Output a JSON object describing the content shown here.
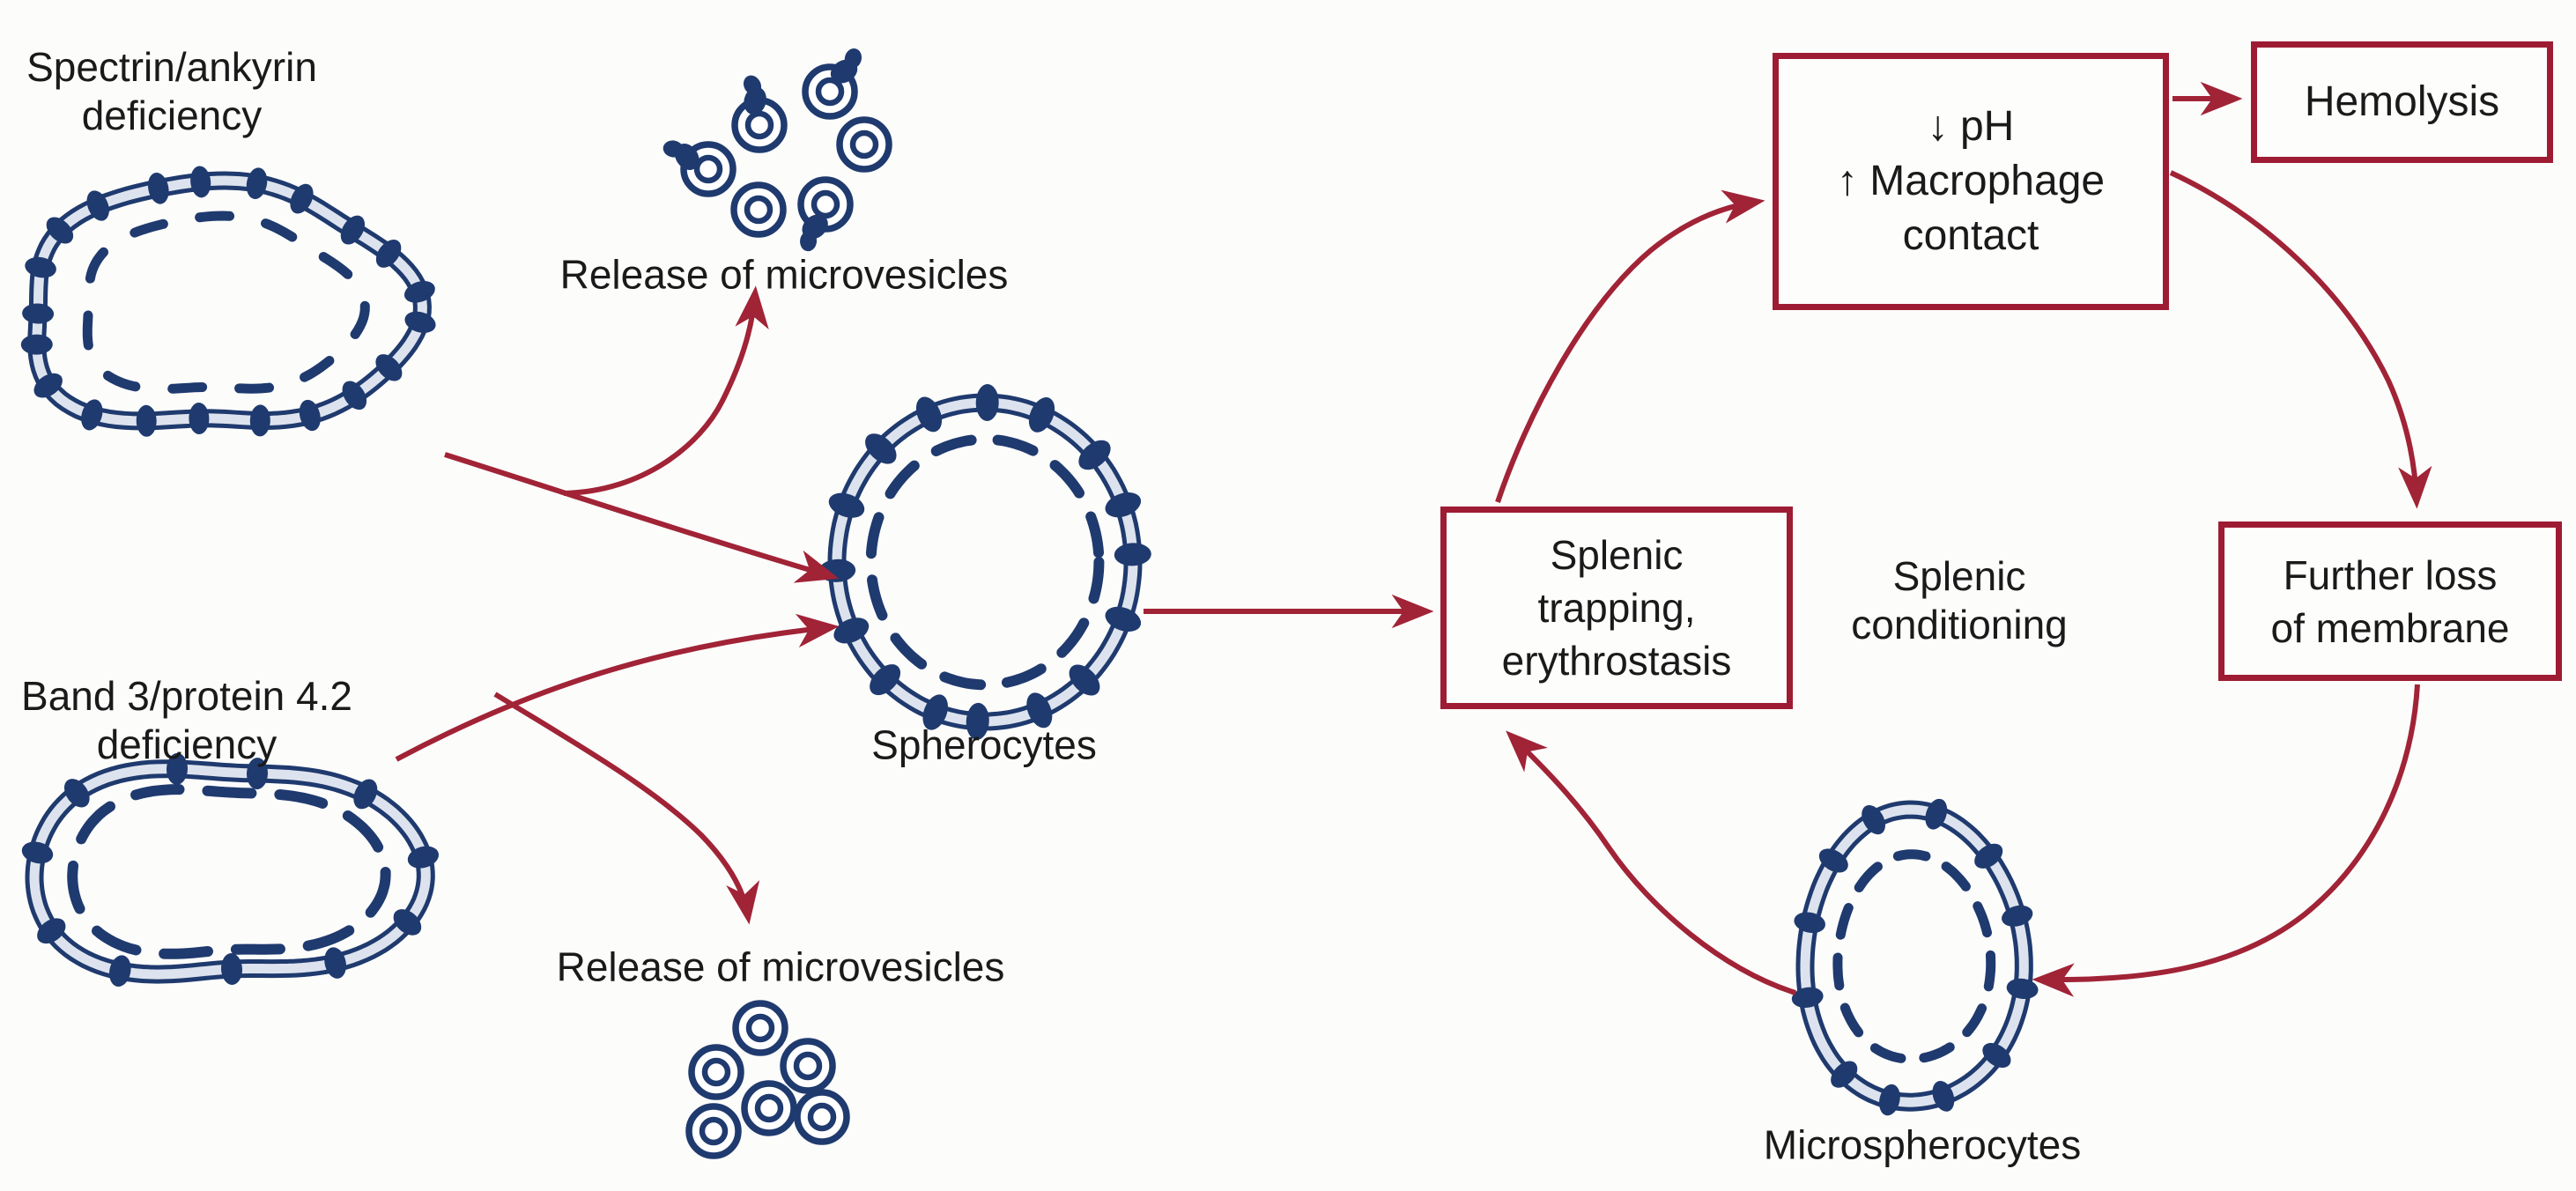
{
  "colors": {
    "background": "#fcfcfb",
    "membrane_navy": "#1f3a6e",
    "membrane_core": "#dde3ee",
    "arrow_red": "#a12336",
    "box_border_red": "#9e1c33",
    "text": "#1a1a1a"
  },
  "labels": {
    "spectrin_deficiency": {
      "line1": "Spectrin/ankyrin",
      "line2": "deficiency"
    },
    "band3_deficiency": {
      "line1": "Band 3/protein 4.2",
      "line2": "deficiency"
    },
    "release_top": "Release of microvesicles",
    "release_bottom": "Release of microvesicles",
    "spherocytes": "Spherocytes",
    "microspherocytes": "Microspherocytes",
    "splenic_conditioning": {
      "line1": "Splenic",
      "line2": "conditioning"
    }
  },
  "boxes": {
    "ph_macrophage": {
      "line1": "↓ pH",
      "line2": "↑ Macrophage",
      "line3": "contact"
    },
    "hemolysis": {
      "label": "Hemolysis"
    },
    "splenic_trapping": {
      "line1": "Splenic",
      "line2": "trapping,",
      "line3": "erythrostasis"
    },
    "further_loss": {
      "line1": "Further loss",
      "line2": "of membrane"
    }
  },
  "figures": {
    "spectrin_cell": "red-cell-with-spectrin-ankyrin-deficiency",
    "band3_cell": "red-cell-with-band3-protein4.2-deficiency",
    "spherocyte_cell": "spherocyte",
    "microspherocyte_cell": "microspherocyte",
    "microvesicles_top": "released-microvesicles",
    "microvesicles_bottom": "released-microvesicles"
  }
}
